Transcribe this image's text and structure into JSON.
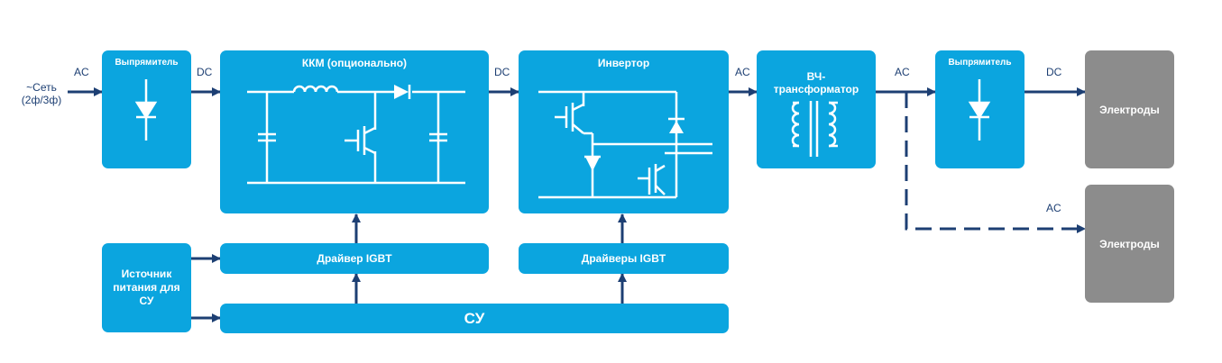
{
  "input": {
    "line1": "~Сеть",
    "line2": "(2ф/3ф)"
  },
  "labels": {
    "ac1": "AC",
    "dc1": "DC",
    "dc2": "DC",
    "ac2": "AC",
    "ac3": "AC",
    "dc3": "DC",
    "ac4": "AC"
  },
  "blocks": {
    "rectifier1": "Выпрямитель",
    "pfc": "ККМ (опционально)",
    "inverter": "Инвертор",
    "transformer_line1": "ВЧ-",
    "transformer_line2": "трансформатор",
    "rectifier2": "Выпрямитель",
    "electrodes1": "Электроды",
    "electrodes2": "Электроды",
    "power_supply_line1": "Источник",
    "power_supply_line2": "питания для",
    "power_supply_line3": "СУ",
    "driver1": "Драйвер IGBT",
    "driver2": "Драйверы IGBT",
    "control": "СУ"
  },
  "colors": {
    "block": "#0ba5df",
    "electrode": "#8c8c8c",
    "arrow": "#1d3f73"
  }
}
